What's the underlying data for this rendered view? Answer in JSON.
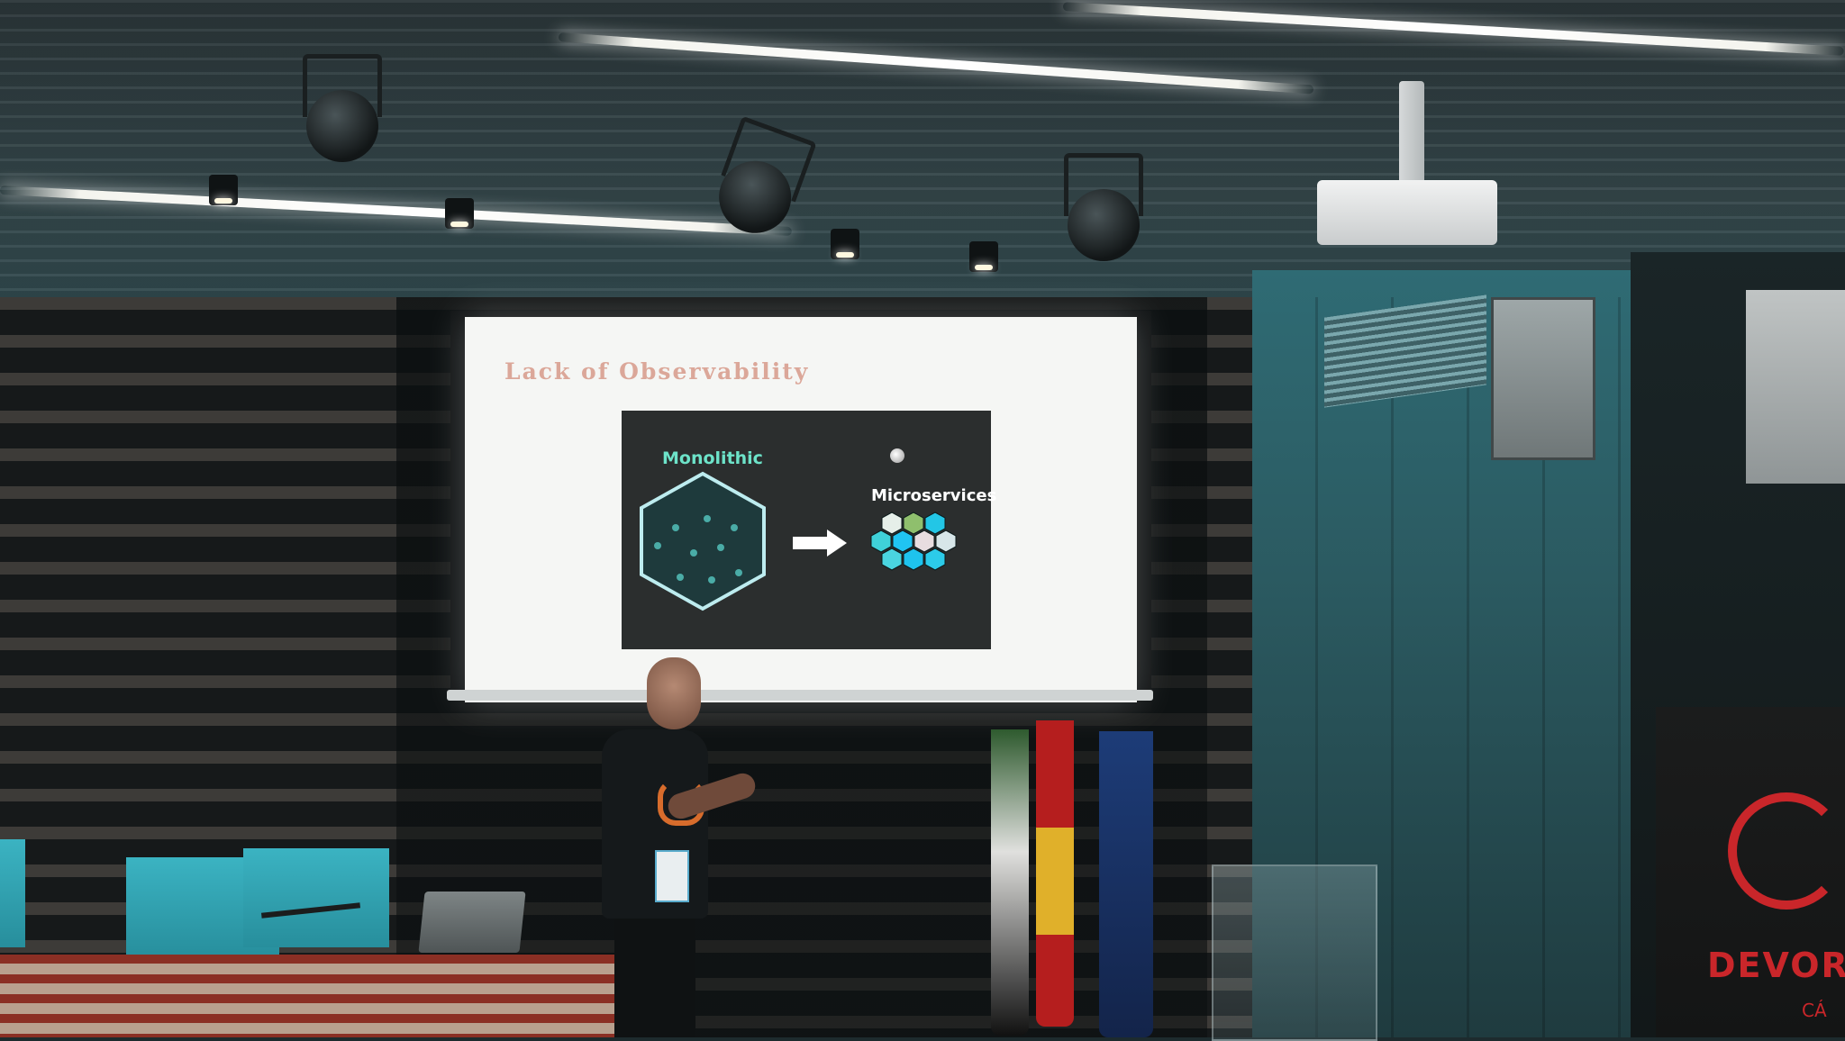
{
  "scene": {
    "slide": {
      "title": "Lack of Observability",
      "left_label": "Monolithic",
      "right_label": "Microservices"
    },
    "banner": {
      "brand_text": "DEVOR",
      "sub_text": "CÁ"
    },
    "colors": {
      "wall_teal": "#2f6b74",
      "slide_title": "#d79a8a",
      "monolith_label": "#6de3c9",
      "brand_red": "#c9262a",
      "chair_teal": "#3bb3c2"
    }
  }
}
